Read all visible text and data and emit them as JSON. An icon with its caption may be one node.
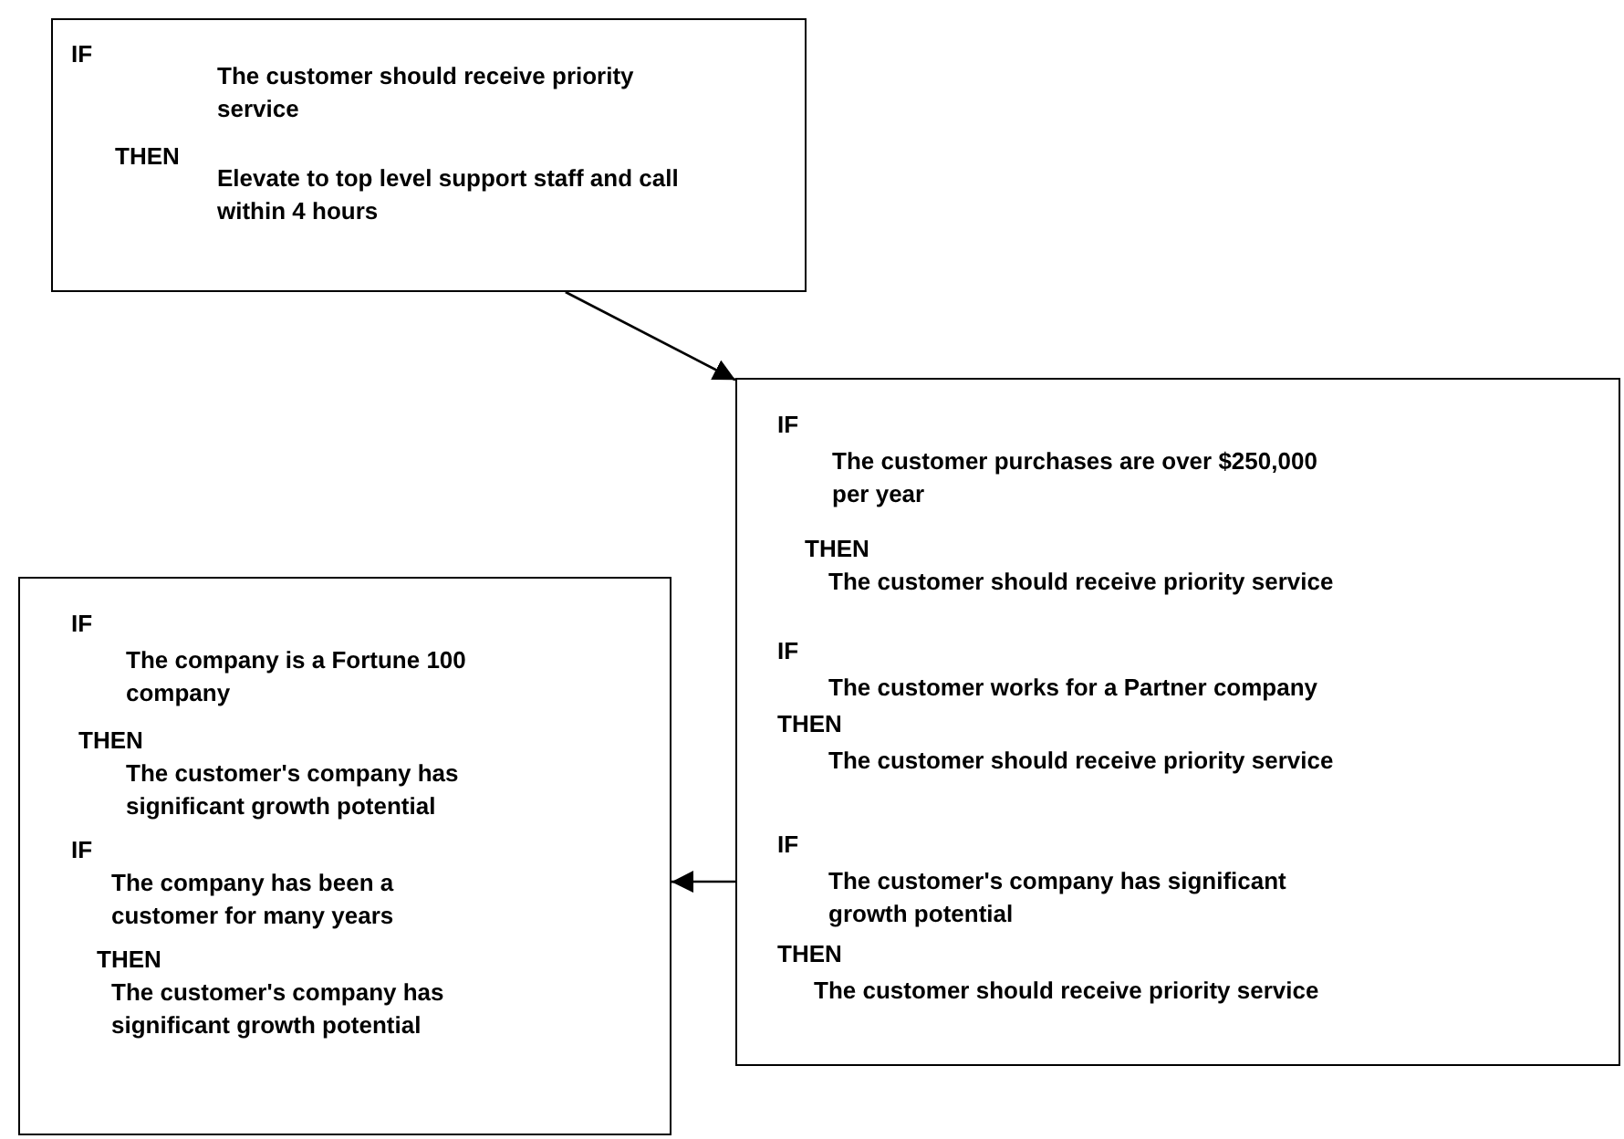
{
  "diagram": {
    "nodes": [
      {
        "text": [
          "IF",
          "The customer should receive priority service",
          "THEN",
          "Elevate to top level support staff and call within 4 hours"
        ]
      },
      {
        "text": [
          "IF",
          "The customer purchases are over $250,000 per year",
          "THEN",
          "The customer should receive priority service",
          "IF",
          "The customer works for a Partner company",
          "THEN",
          "The customer should receive priority service",
          "IF",
          "The customer's company has significant growth potential",
          "THEN",
          "The customer should receive priority service"
        ]
      },
      {
        "text": [
          "IF",
          "The company is a Fortune 100 company",
          "THEN",
          "The customer's company has significant growth potential",
          "IF",
          "The company has been a customer for many years",
          "THEN",
          "The customer's company has significant growth potential"
        ]
      }
    ],
    "edges": [
      {
        "from": 0,
        "to": 1,
        "arrow": "to"
      },
      {
        "from": 1,
        "to": 2,
        "arrow": "to"
      }
    ]
  }
}
